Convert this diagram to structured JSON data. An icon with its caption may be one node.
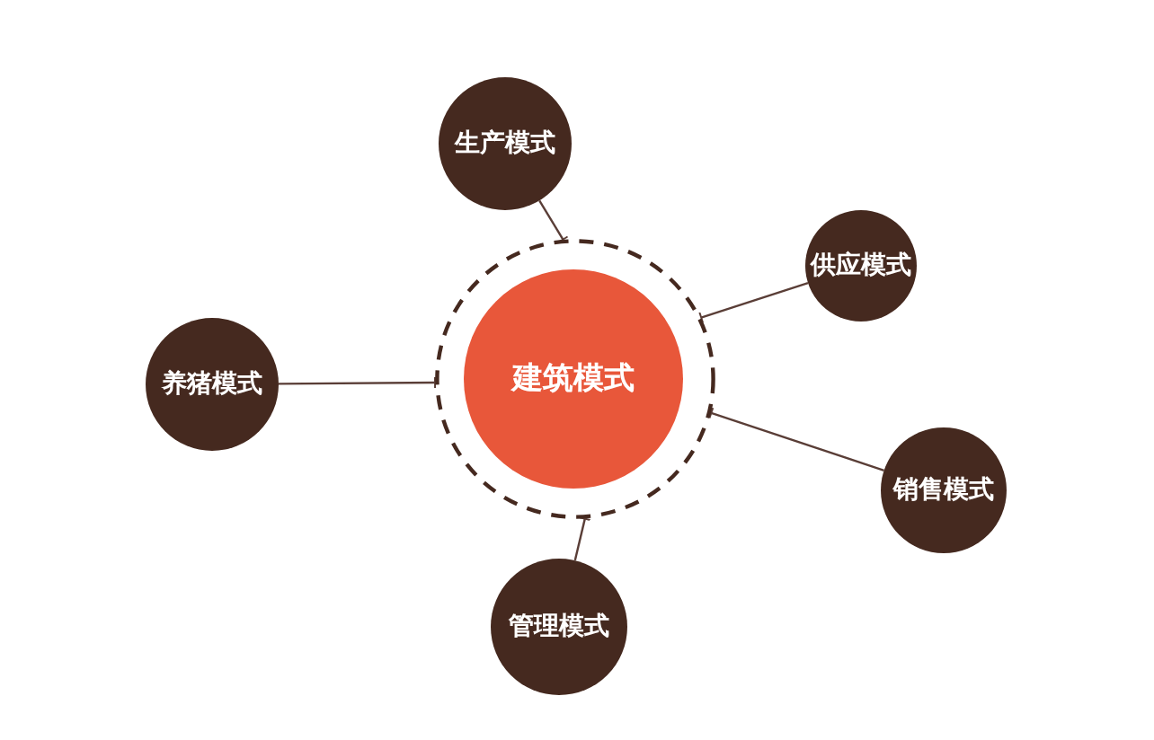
{
  "diagram": {
    "nodes": [
      {
        "text": [],
        "shape": "circle"
      },
      {
        "text": [
          "建筑模式"
        ],
        "in": 0
      },
      {
        "text": [
          "生产模式"
        ]
      },
      {
        "text": [
          "供应模式"
        ]
      },
      {
        "text": [
          "养猪模式"
        ]
      },
      {
        "text": [
          "销售模式"
        ]
      },
      {
        "text": [
          "管理模式"
        ]
      }
    ],
    "edges": [
      {
        "from": 0,
        "to": 2,
        "arrow": "other"
      },
      {
        "from": 0,
        "to": 3,
        "arrow": "other"
      },
      {
        "from": 0,
        "to": 4,
        "arrow": "other"
      },
      {
        "from": 0,
        "to": 5,
        "arrow": "other"
      },
      {
        "from": 0,
        "to": 6,
        "arrow": "other"
      }
    ]
  }
}
